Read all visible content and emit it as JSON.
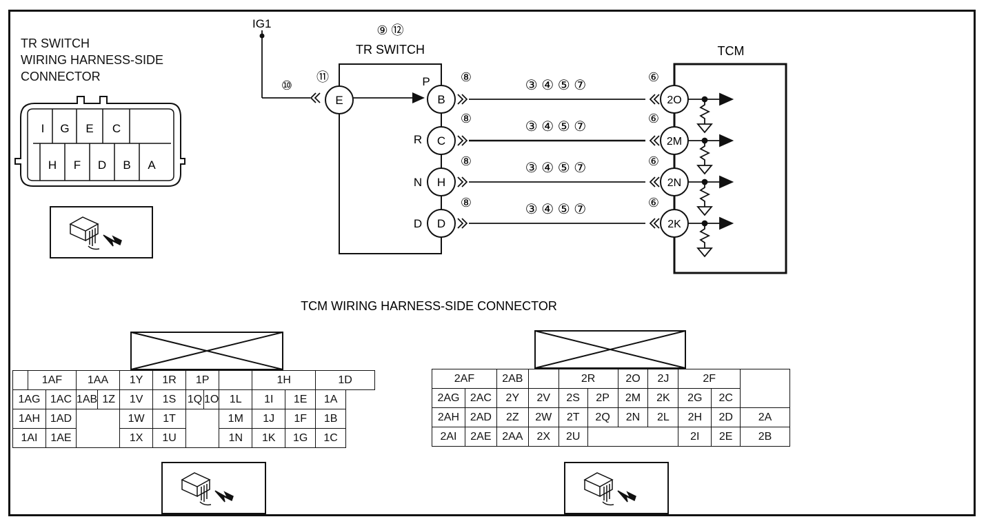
{
  "tr_connector": {
    "title_lines": [
      "TR SWITCH",
      "WIRING HARNESS-SIDE",
      "CONNECTOR"
    ],
    "top_row": [
      "I",
      "G",
      "E",
      "C",
      ""
    ],
    "bottom_row": [
      "H",
      "F",
      "D",
      "B",
      "A"
    ]
  },
  "diagram": {
    "ig1_label": "IG1",
    "tr_switch_label": "TR SWITCH",
    "tr_switch_refs": "⑨ ⑫",
    "tcm_label": "TCM",
    "e_terminal": "E",
    "e_left_ref": "⑩",
    "e_top_ref": "⑪",
    "circuits": [
      {
        "position": "P",
        "terminal": "B",
        "ref": "⑧",
        "wire_refs": "③ ④ ⑤ ⑦",
        "tcm_ref": "⑥",
        "tcm_pin": "2O"
      },
      {
        "position": "R",
        "terminal": "C",
        "ref": "⑧",
        "wire_refs": "③ ④ ⑤ ⑦",
        "tcm_ref": "⑥",
        "tcm_pin": "2M"
      },
      {
        "position": "N",
        "terminal": "H",
        "ref": "⑧",
        "wire_refs": "③ ④ ⑤ ⑦",
        "tcm_ref": "⑥",
        "tcm_pin": "2N"
      },
      {
        "position": "D",
        "terminal": "D",
        "ref": "⑧",
        "wire_refs": "③ ④ ⑤ ⑦",
        "tcm_ref": "⑥",
        "tcm_pin": "2K"
      }
    ]
  },
  "tcm_connector": {
    "title": "TCM WIRING HARNESS-SIDE CONNECTOR",
    "left_table": [
      [
        "",
        "1AF",
        "",
        "1AA",
        "",
        "1Y",
        "",
        "1R",
        "",
        "1P",
        "",
        "",
        "1H",
        "",
        "1D"
      ],
      [
        "1AG",
        "1AC",
        "1AB",
        "1Z",
        "1V",
        "1S",
        "1Q",
        "1O",
        "1L",
        "1I",
        "1E",
        "1A"
      ],
      [
        "1AH",
        "1AD",
        "",
        "1W",
        "1T",
        "",
        "1M",
        "1J",
        "1F",
        "1B"
      ],
      [
        "1AI",
        "1AE",
        "",
        "1X",
        "1U",
        "",
        "1N",
        "1K",
        "1G",
        "1C"
      ]
    ],
    "right_table": [
      [
        "2AF",
        "2AB",
        "",
        "2R",
        "2O",
        "2J",
        "2F",
        ""
      ],
      [
        "2AG",
        "2AC",
        "2Y",
        "2V",
        "2S",
        "2P",
        "2M",
        "2K",
        "2G",
        "2C"
      ],
      [
        "2AH",
        "2AD",
        "2Z",
        "2W",
        "2T",
        "2Q",
        "2N",
        "2L",
        "2H",
        "2D",
        "2A"
      ],
      [
        "2AI",
        "2AE",
        "2AA",
        "2X",
        "2U",
        "",
        "2I",
        "2E",
        "2B"
      ]
    ]
  },
  "icons": {
    "connector_view": "connector-view-arrow-icon"
  }
}
